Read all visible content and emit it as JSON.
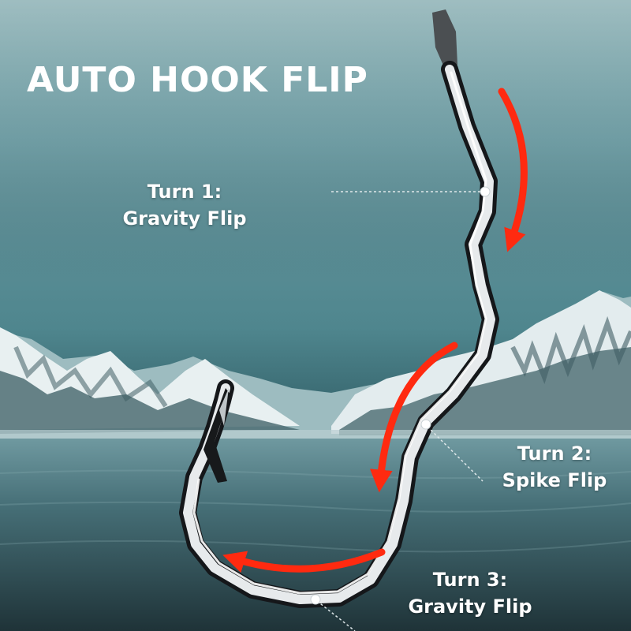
{
  "title": "AUTO HOOK FLIP",
  "turns": [
    {
      "line1": "Turn 1:",
      "line2": "Gravity Flip"
    },
    {
      "line1": "Turn 2:",
      "line2": "Spike Flip"
    },
    {
      "line1": "Turn 3:",
      "line2": "Gravity Flip"
    }
  ],
  "colors": {
    "arrow": "#ff2a10",
    "text": "#ffffff",
    "hook_steel": "#d9dde0"
  }
}
